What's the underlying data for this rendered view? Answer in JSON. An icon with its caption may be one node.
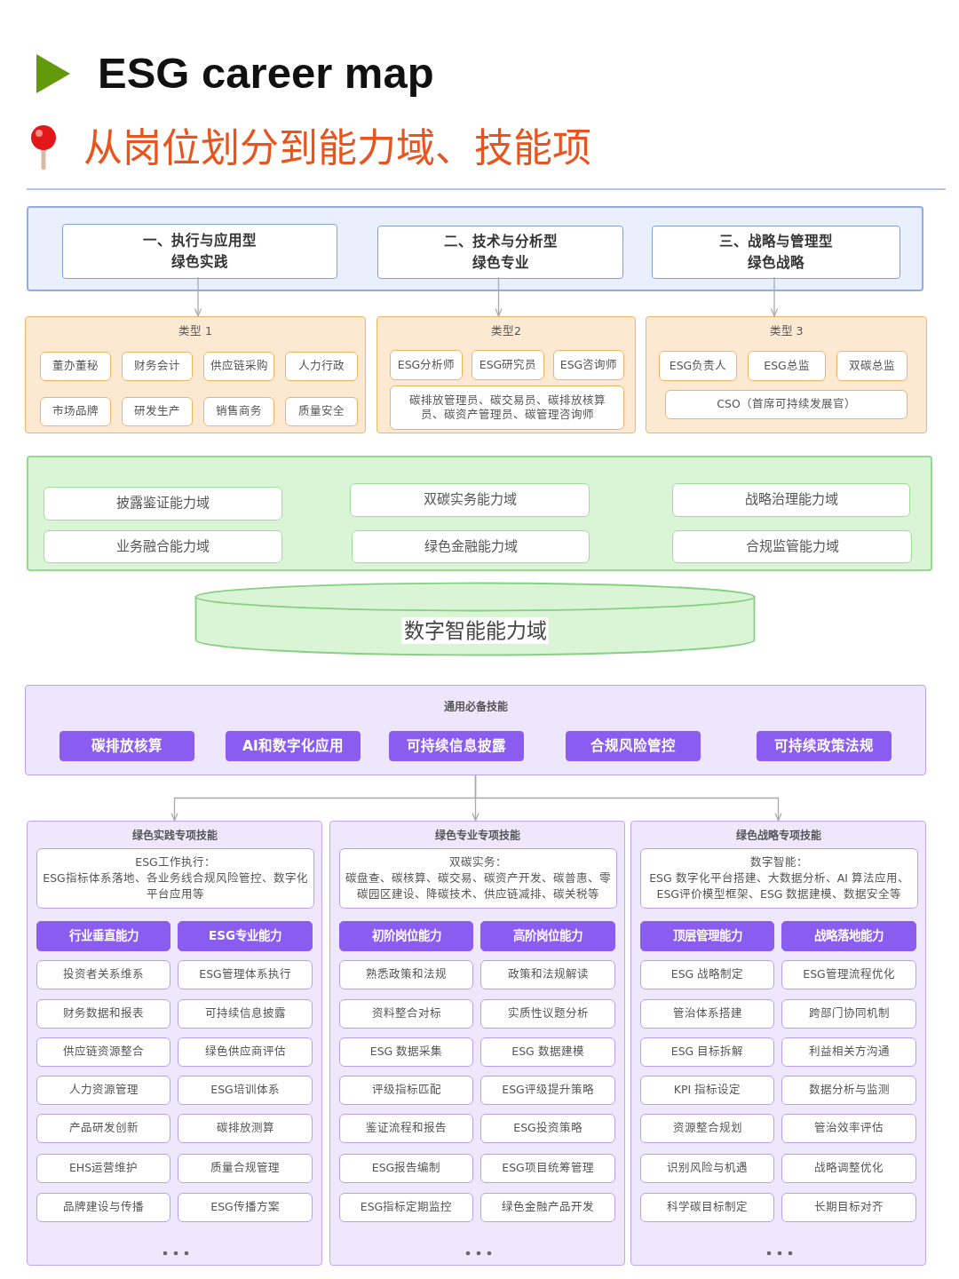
{
  "diagram": {
    "title": "ESG career map",
    "nodes": [
      {
        "text": [],
        "shape": "box"
      },
      {
        "text": [
          "一、执行与应用型",
          "绿色实践"
        ],
        "in": 0
      },
      {
        "text": [
          "二、技术与分析型",
          "绿色专业"
        ],
        "in": 0
      },
      {
        "text": [
          "三、战略与管理型",
          "绿色战略"
        ],
        "in": 0
      },
      {
        "text": [
          "类型 1"
        ]
      },
      {
        "text": [
          "董办董秘"
        ],
        "in": 4
      },
      {
        "text": [
          "财务会计"
        ],
        "in": 4
      },
      {
        "text": [
          "供应链采购"
        ],
        "in": 4
      },
      {
        "text": [
          "人力行政"
        ],
        "in": 4
      },
      {
        "text": [
          "市场品牌"
        ],
        "in": 4
      },
      {
        "text": [
          "研发生产"
        ],
        "in": 4
      },
      {
        "text": [
          "销售商务"
        ],
        "in": 4
      },
      {
        "text": [
          "质量安全"
        ],
        "in": 4
      },
      {
        "text": [
          "类型2"
        ]
      },
      {
        "text": [
          "ESG分析师"
        ],
        "in": 13
      },
      {
        "text": [
          "ESG研究员"
        ],
        "in": 13
      },
      {
        "text": [
          "ESG咨询师"
        ],
        "in": 13
      },
      {
        "text": [
          "碳排放管理员、碳交易员、碳排放核算员、碳资产管理员、碳管理咨询师"
        ],
        "in": 13
      },
      {
        "text": [
          "类型 3"
        ]
      },
      {
        "text": [
          "ESG负责人"
        ],
        "in": 18
      },
      {
        "text": [
          "ESG总监"
        ],
        "in": 18
      },
      {
        "text": [
          "双碳总监"
        ],
        "in": 18
      },
      {
        "text": [
          "CSO（首席可持续发展官）"
        ],
        "in": 18
      },
      {
        "text": [],
        "shape": "box"
      },
      {
        "text": [
          "披露鉴证能力域"
        ],
        "in": 23
      },
      {
        "text": [
          "双碳实务能力域"
        ],
        "in": 23
      },
      {
        "text": [
          "战略治理能力域"
        ],
        "in": 23
      },
      {
        "text": [
          "业务融合能力域"
        ],
        "in": 23
      },
      {
        "text": [
          "绿色金融能力域"
        ],
        "in": 23
      },
      {
        "text": [
          "合规监管能力域"
        ],
        "in": 23
      },
      {
        "text": [
          "数字智能能力域"
        ]
      },
      {
        "text": [
          "通用必备技能"
        ]
      },
      {
        "text": [
          "碳排放核算"
        ],
        "in": 31
      },
      {
        "text": [
          "AI和数字化应用"
        ],
        "in": 31
      },
      {
        "text": [
          "可持续信息披露"
        ],
        "in": 31
      },
      {
        "text": [
          "合规风险管控"
        ],
        "in": 31
      },
      {
        "text": [
          "可持续政策法规"
        ],
        "in": 31
      },
      {
        "text": [
          "绿色实践专项技能"
        ]
      },
      {
        "text": [
          "ESG工作执行：",
          "ESG指标体系落地、各业务线合规风险管控、数字化平台应用等"
        ],
        "in": 37
      },
      {
        "text": [
          "行业垂直能力"
        ],
        "in": 37
      },
      {
        "text": [
          "ESG专业能力"
        ],
        "in": 37
      },
      {
        "text": [
          "投资者关系维系"
        ],
        "in": 37
      },
      {
        "text": [
          "ESG管理体系执行"
        ],
        "in": 37
      },
      {
        "text": [
          "财务数据和报表"
        ],
        "in": 37
      },
      {
        "text": [
          "可持续信息披露"
        ],
        "in": 37
      },
      {
        "text": [
          "供应链资源整合"
        ],
        "in": 37
      },
      {
        "text": [
          "绿色供应商评估"
        ],
        "in": 37
      },
      {
        "text": [
          "人力资源管理"
        ],
        "in": 37
      },
      {
        "text": [
          "ESG培训体系"
        ],
        "in": 37
      },
      {
        "text": [
          "产品研发创新"
        ],
        "in": 37
      },
      {
        "text": [
          "碳排放测算"
        ],
        "in": 37
      },
      {
        "text": [
          "EHS运营维护"
        ],
        "in": 37
      },
      {
        "text": [
          "质量合规管理"
        ],
        "in": 37
      },
      {
        "text": [
          "品牌建设与传播"
        ],
        "in": 37
      },
      {
        "text": [
          "ESG传播方案"
        ],
        "in": 37
      },
      {
        "text": [
          "绿色专业专项技能"
        ]
      },
      {
        "text": [
          "双碳实务：",
          "碳盘查、碳核算、碳交易、碳资产开发、碳普惠、零碳园区建设、降碳技术、供应链减排、碳关税等"
        ],
        "in": 55
      },
      {
        "text": [
          "初阶岗位能力"
        ],
        "in": 55
      },
      {
        "text": [
          "高阶岗位能力"
        ],
        "in": 55
      },
      {
        "text": [
          "熟悉政策和法规"
        ],
        "in": 55
      },
      {
        "text": [
          "政策和法规解读"
        ],
        "in": 55
      },
      {
        "text": [
          "资料整合对标"
        ],
        "in": 55
      },
      {
        "text": [
          "实质性议题分析"
        ],
        "in": 55
      },
      {
        "text": [
          "ESG 数据采集"
        ],
        "in": 55
      },
      {
        "text": [
          "ESG 数据建模"
        ],
        "in": 55
      },
      {
        "text": [
          "评级指标匹配"
        ],
        "in": 55
      },
      {
        "text": [
          "ESG评级提升策略"
        ],
        "in": 55
      },
      {
        "text": [
          "鉴证流程和报告"
        ],
        "in": 55
      },
      {
        "text": [
          "ESG投资策略"
        ],
        "in": 55
      },
      {
        "text": [
          "ESG报告编制"
        ],
        "in": 55
      },
      {
        "text": [
          "ESG项目统筹管理"
        ],
        "in": 55
      },
      {
        "text": [
          "ESG指标定期监控"
        ],
        "in": 55
      },
      {
        "text": [
          "绿色金融产品开发"
        ],
        "in": 55
      },
      {
        "text": [
          "绿色战略专项技能"
        ]
      },
      {
        "text": [
          "数字智能：",
          "ESG 数字化平台搭建、大数据分析、AI 算法应用、ESG评价模型框架、ESG 数据建模、数据安全等"
        ],
        "in": 73
      },
      {
        "text": [
          "顶层管理能力"
        ],
        "in": 73
      },
      {
        "text": [
          "战略落地能力"
        ],
        "in": 73
      },
      {
        "text": [
          "ESG 战略制定"
        ],
        "in": 73
      },
      {
        "text": [
          "ESG管理流程优化"
        ],
        "in": 73
      },
      {
        "text": [
          "管治体系搭建"
        ],
        "in": 73
      },
      {
        "text": [
          "跨部门协同机制"
        ],
        "in": 73
      },
      {
        "text": [
          "ESG 目标拆解"
        ],
        "in": 73
      },
      {
        "text": [
          "利益相关方沟通"
        ],
        "in": 73
      },
      {
        "text": [
          "KPI 指标设定"
        ],
        "in": 73
      },
      {
        "text": [
          "数据分析与监测"
        ],
        "in": 73
      },
      {
        "text": [
          "资源整合规划"
        ],
        "in": 73
      },
      {
        "text": [
          "管治效率评估"
        ],
        "in": 73
      },
      {
        "text": [
          "识别风险与机遇"
        ],
        "in": 73
      },
      {
        "text": [
          "战略调整优化"
        ],
        "in": 73
      },
      {
        "text": [
          "科学碳目标制定"
        ],
        "in": 73
      },
      {
        "text": [
          "长期目标对齐"
        ],
        "in": 73
      }
    ],
    "edges": [
      {
        "from": 1,
        "to": 4,
        "arrow": "to"
      },
      {
        "from": 2,
        "to": 13,
        "arrow": "to"
      },
      {
        "from": 3,
        "to": 18,
        "arrow": "to"
      },
      {
        "from": 31,
        "to": 37,
        "arrow": "to"
      },
      {
        "from": 31,
        "to": 55,
        "arrow": "to"
      },
      {
        "from": 31,
        "to": 73,
        "arrow": "to"
      }
    ],
    "labels": [
      "从岗位划分到能力域、技能项"
    ]
  }
}
